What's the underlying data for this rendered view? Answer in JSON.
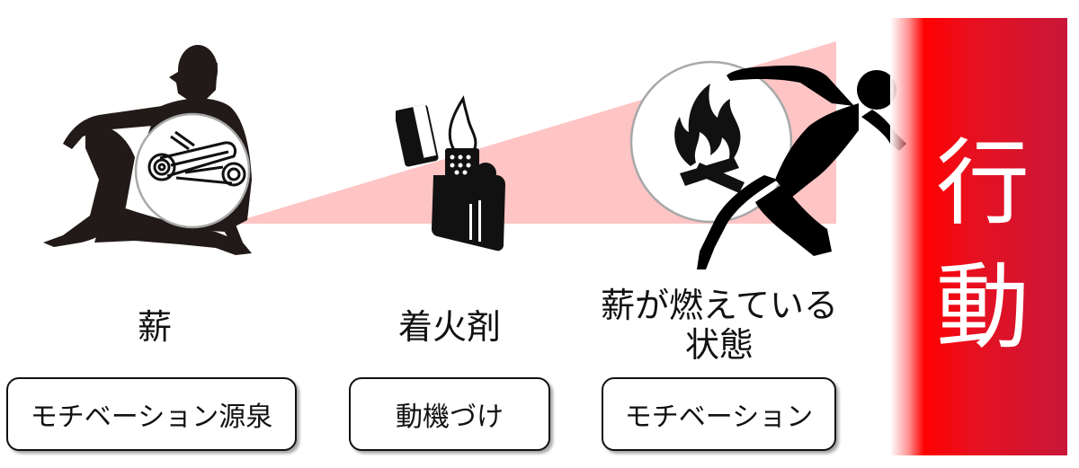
{
  "colors": {
    "wedge": "#ffc4c4",
    "action_red": "#ff0000",
    "action_crimson": "#c8173a",
    "silhouette": "#111111",
    "circle_border": "#a8a8a8"
  },
  "stages": [
    {
      "title": "薪",
      "label": "モチベーション源泉",
      "icon": "firewood-logs-icon",
      "figure": "sitting-person-silhouette"
    },
    {
      "title": "着火剤",
      "label": "動機づけ",
      "icon": "lighter-icon"
    },
    {
      "title_line1": "薪が燃えている",
      "title_line2": "状態",
      "label": "モチベーション",
      "icon": "campfire-icon",
      "figure": "running-person-silhouette"
    }
  ],
  "action": {
    "label": "行動"
  }
}
